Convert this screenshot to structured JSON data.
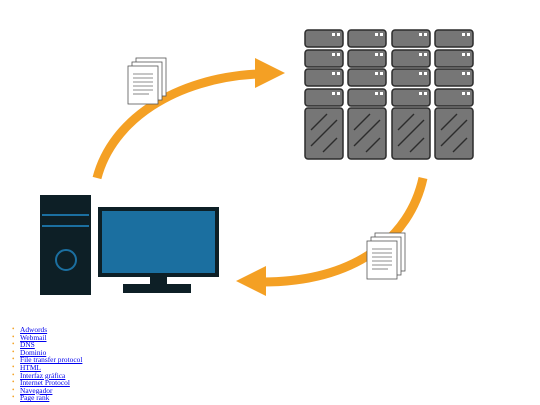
{
  "colors": {
    "arrow": "#f4a024",
    "monitor_screen": "#1b6fa0",
    "computer_dark": "#0d1f26",
    "server_unit": "#767676",
    "server_outline": "#2c2c2c",
    "link": "#0000ee",
    "bullet": "#f3a42a"
  },
  "links": [
    "Adwords",
    "Webmail",
    "DNS",
    "Dominio",
    "File transfer protocol",
    "HTML",
    "Interfaz gráfica",
    "Internet Protocol",
    "Navegador",
    "Page rank"
  ]
}
